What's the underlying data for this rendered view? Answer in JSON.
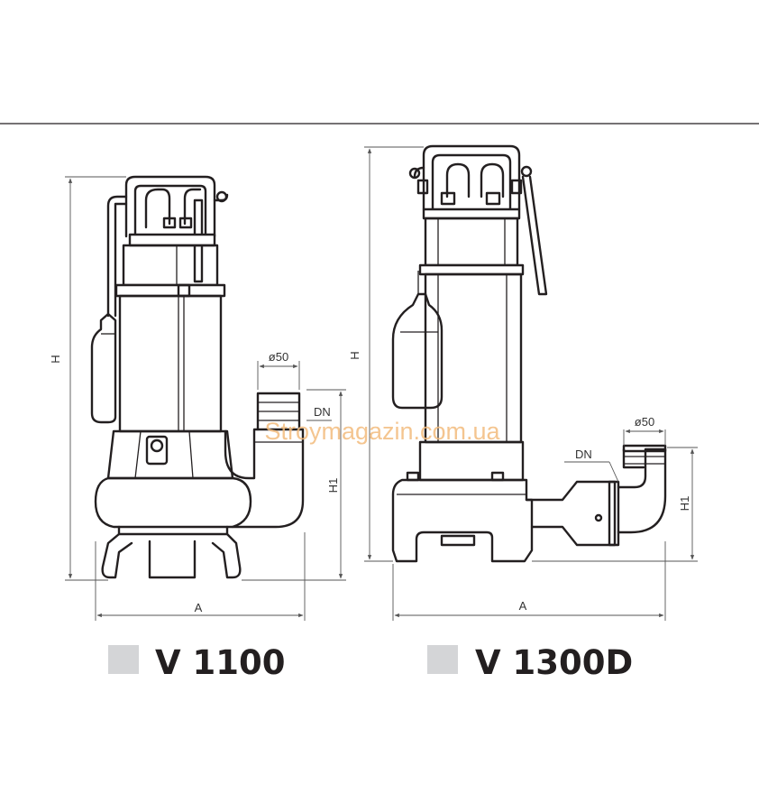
{
  "watermark": "Stroymagazin.com.ua",
  "left_pump": {
    "model": "V 1100",
    "legend_color": "#d4d5d7",
    "dims": {
      "height": "H",
      "width": "A",
      "outlet_height": "H1",
      "nominal_diameter": "DN",
      "outlet_diameter": "ø50"
    }
  },
  "right_pump": {
    "model": "V 1300D",
    "legend_color": "#d4d5d7",
    "dims": {
      "height": "H",
      "width": "A",
      "outlet_height": "H1",
      "nominal_diameter": "DN",
      "outlet_diameter": "ø50"
    }
  },
  "colors": {
    "line": "#231f20",
    "watermark": "#f3bc7d"
  }
}
